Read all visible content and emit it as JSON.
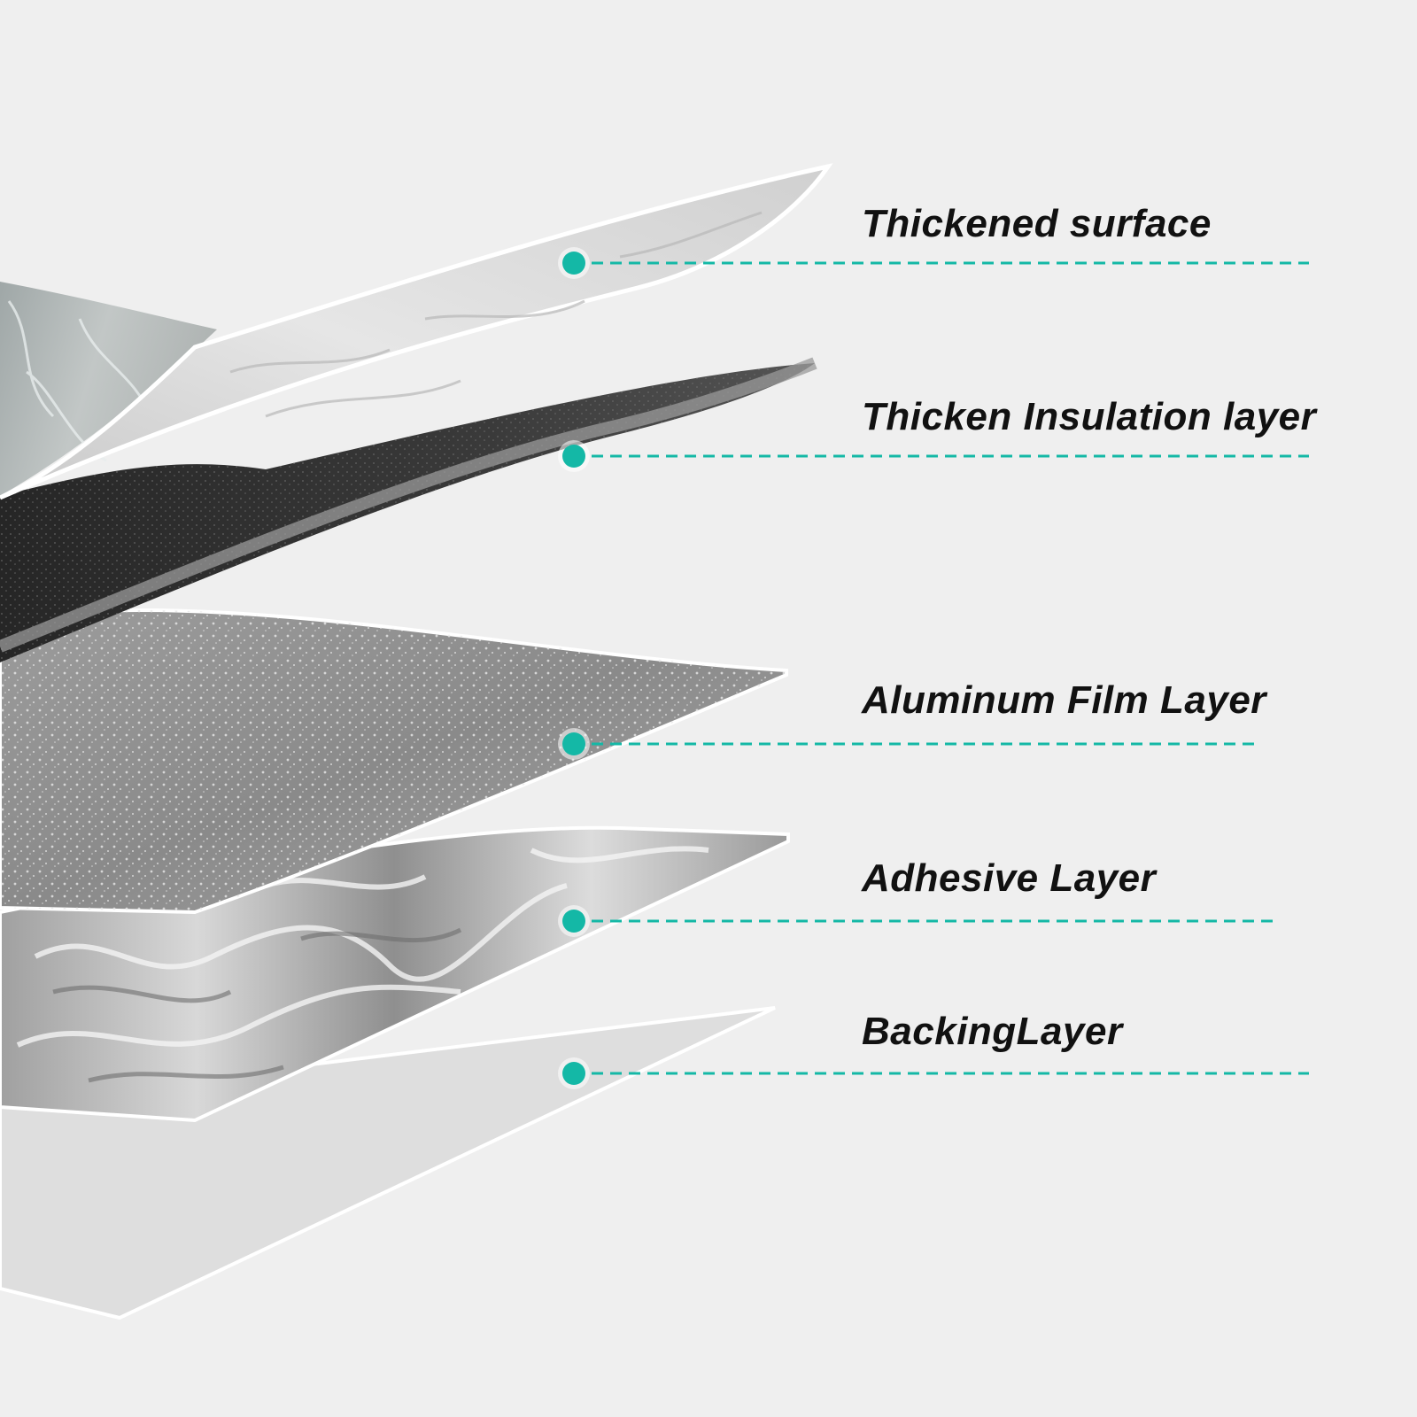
{
  "accent_color": "#14b8a6",
  "layers": [
    {
      "name": "Thickened surface"
    },
    {
      "name": "Thicken Insulation layer"
    },
    {
      "name": "Aluminum Film Layer"
    },
    {
      "name": "Adhesive Layer"
    },
    {
      "name": "BackingLayer"
    }
  ]
}
